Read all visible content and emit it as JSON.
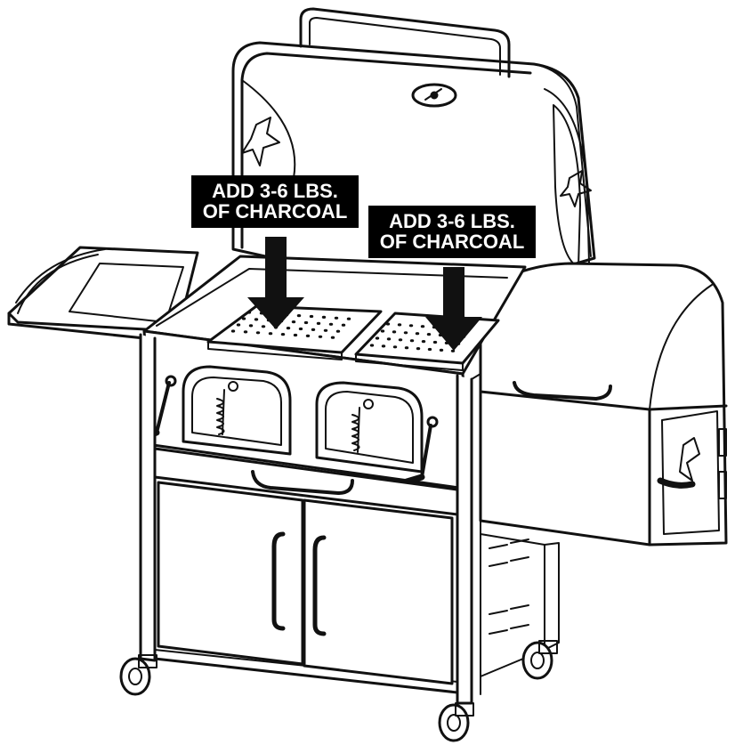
{
  "callouts": [
    {
      "line1": "ADD 3-6 LBS.",
      "line2": "OF CHARCOAL"
    },
    {
      "line1": "ADD 3-6 LBS.",
      "line2": "OF CHARCOAL"
    }
  ],
  "colors": {
    "ink": "#111111",
    "label_bg": "#000000",
    "label_text": "#ffffff",
    "paper": "#ffffff"
  }
}
